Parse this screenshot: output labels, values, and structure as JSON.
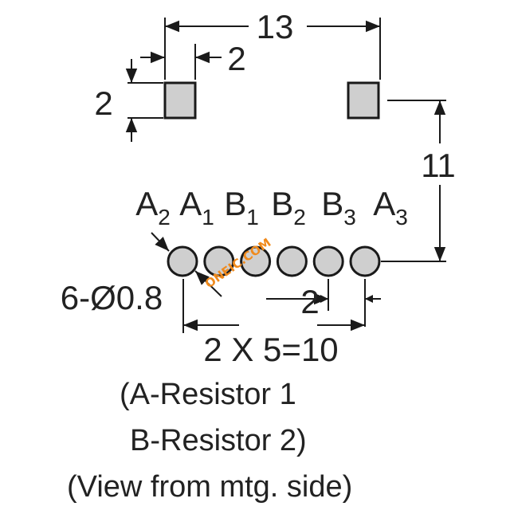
{
  "colors": {
    "line": "#1a1a1a",
    "pad_fill": "#cfcfcf",
    "watermark": "#f08a1c"
  },
  "dims": {
    "overall_width": "13",
    "pad_size_h": "2",
    "pad_size_v": "2",
    "height": "11",
    "hole_spec": "6-Ø0.8",
    "pitch": "2",
    "row_span": "2 X 5=10"
  },
  "pins": [
    {
      "letter": "A",
      "sub": "2"
    },
    {
      "letter": "A",
      "sub": "1"
    },
    {
      "letter": "B",
      "sub": "1"
    },
    {
      "letter": "B",
      "sub": "2"
    },
    {
      "letter": "B",
      "sub": "3"
    },
    {
      "letter": "A",
      "sub": "3"
    }
  ],
  "notes": {
    "line1": "(A-Resistor 1",
    "line2": "B-Resistor 2)",
    "line3": "(View from mtg. side)"
  },
  "watermark": {
    "text": "ONEIC.COM"
  }
}
